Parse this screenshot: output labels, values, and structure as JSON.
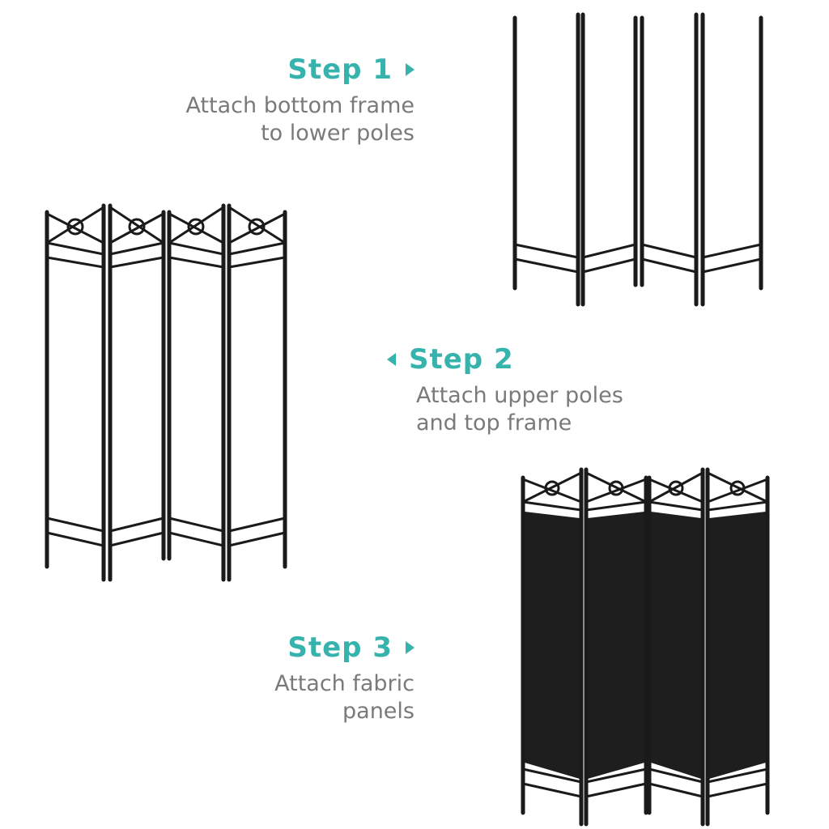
{
  "colors": {
    "accent": "#35b3ac",
    "description": "#7a7a7a",
    "frame": "#1a1a1a",
    "fabric": "#1e1e1e"
  },
  "steps": [
    {
      "title": "Step 1",
      "arrow": "right",
      "description_lines": [
        "Attach bottom frame",
        "to lower poles"
      ]
    },
    {
      "title": "Step 2",
      "arrow": "left",
      "description_lines": [
        "Attach upper poles",
        "and top frame"
      ]
    },
    {
      "title": "Step 3",
      "arrow": "right",
      "description_lines": [
        "Attach fabric",
        "panels"
      ]
    }
  ]
}
